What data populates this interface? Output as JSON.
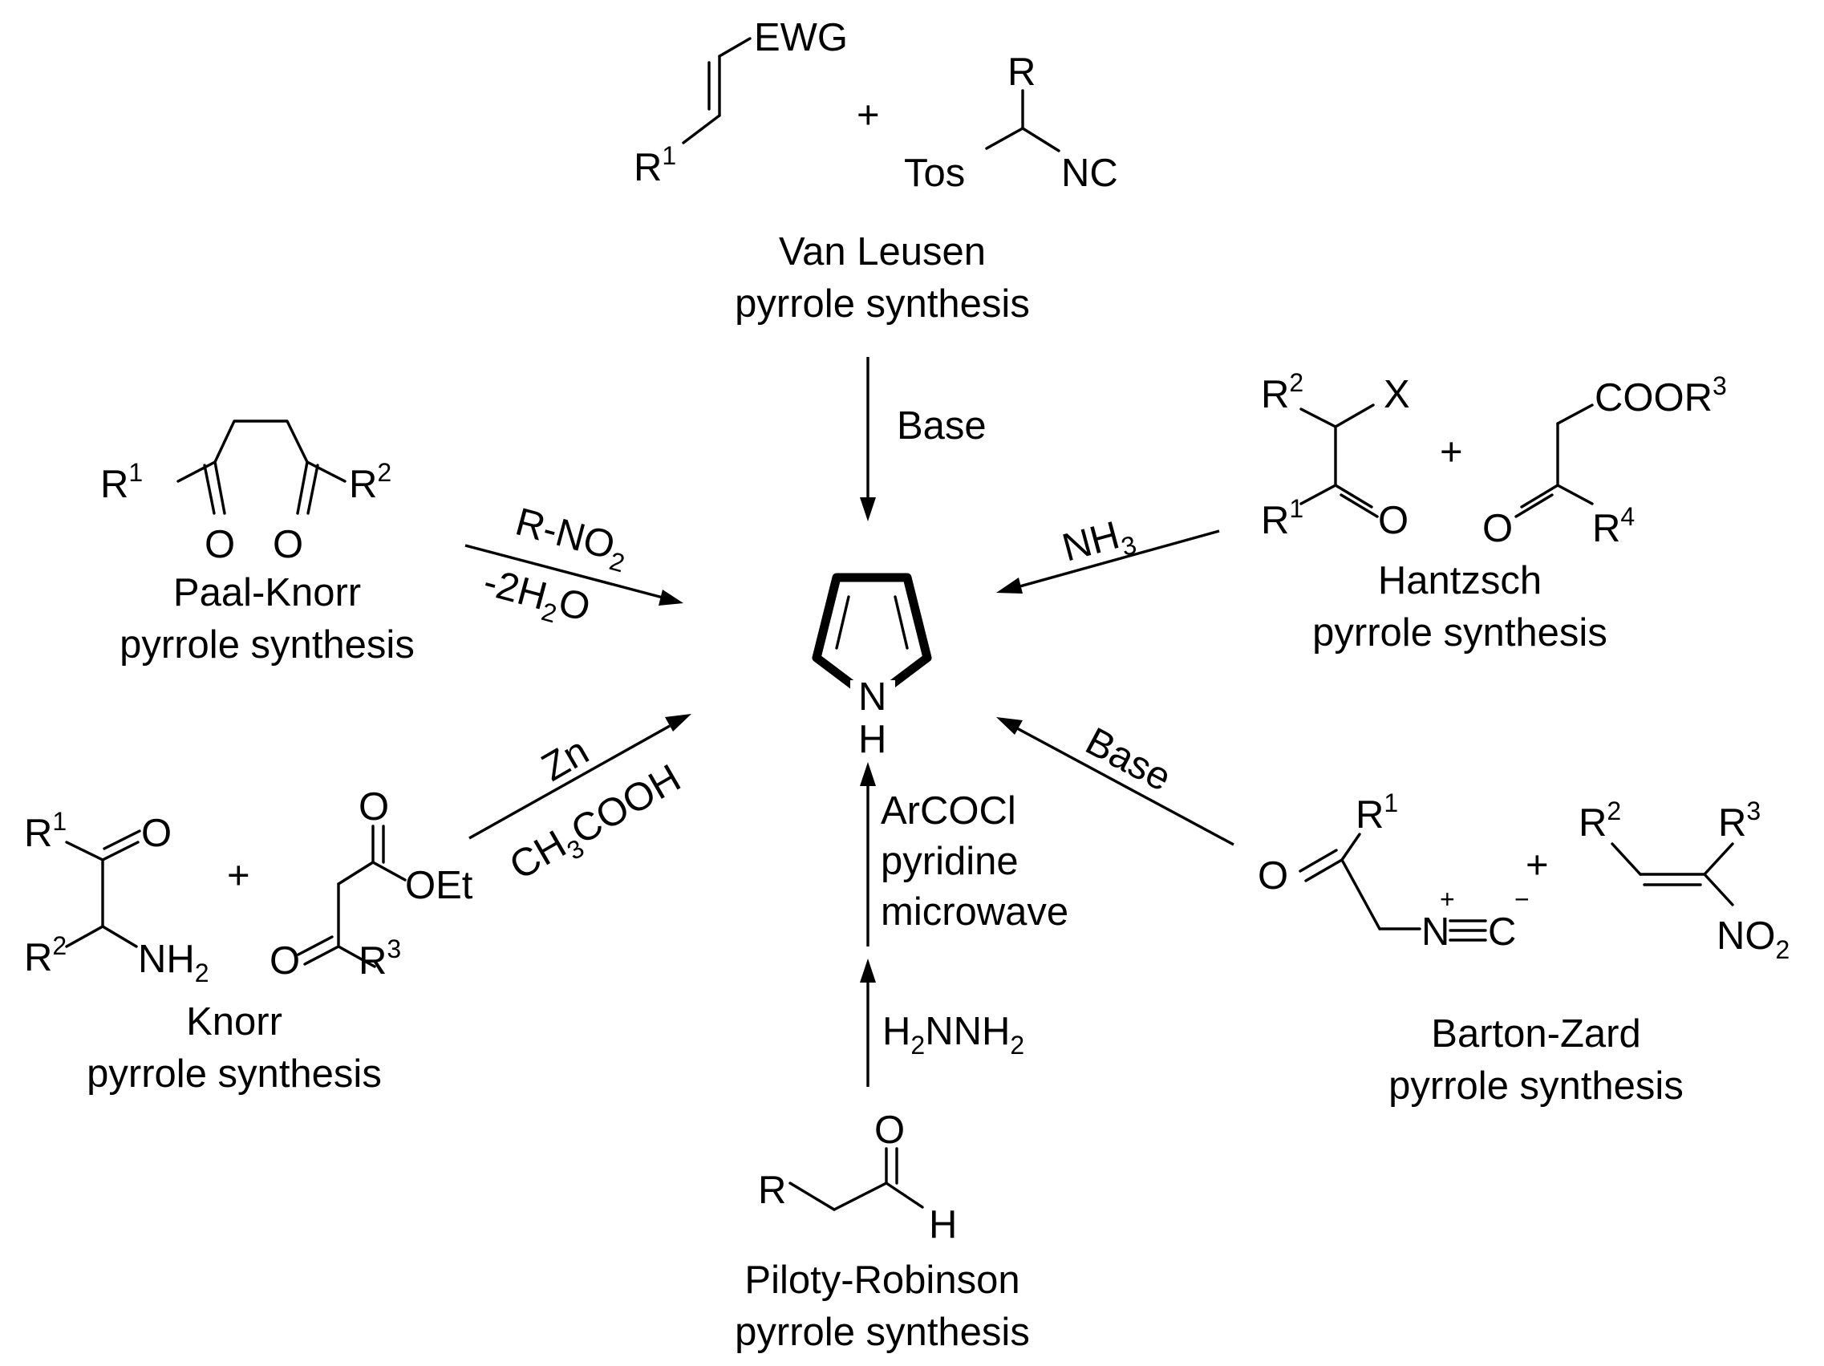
{
  "syntheses": {
    "van_leusen": {
      "name": "Van Leusen",
      "subtitle": "pyrrole synthesis",
      "reagent": "Base",
      "atoms": {
        "ewg": "EWG",
        "r1": "R",
        "r1_sup": "1",
        "plus": "+",
        "r": "R",
        "tos": "Tos",
        "nc": "NC"
      }
    },
    "paal_knorr": {
      "name": "Paal-Knorr",
      "subtitle": "pyrrole synthesis",
      "reagent_top": "R-NO",
      "reagent_top_sub": "2",
      "reagent_bottom_pre": "-2H",
      "reagent_bottom_sub": "2",
      "reagent_bottom_post": "O",
      "atoms": {
        "r1": "R",
        "r1_sup": "1",
        "r2": "R",
        "r2_sup": "2",
        "o_left": "O",
        "o_right": "O"
      }
    },
    "hantzsch": {
      "name": "Hantzsch",
      "subtitle": "pyrrole synthesis",
      "reagent": "NH",
      "reagent_sub": "3",
      "atoms": {
        "r2": "R",
        "r2_sup": "2",
        "x": "X",
        "r1": "R",
        "r1_sup": "1",
        "o_left": "O",
        "plus": "+",
        "coor": "COOR",
        "coor_sup": "3",
        "o_right": "O",
        "r4": "R",
        "r4_sup": "4"
      }
    },
    "knorr": {
      "name": "Knorr",
      "subtitle": "pyrrole synthesis",
      "reagent_top": "Zn",
      "reagent_bottom_pre": "CH",
      "reagent_bottom_sub": "3",
      "reagent_bottom_post": "COOH",
      "atoms": {
        "r1": "R",
        "r1_sup": "1",
        "o_top": "O",
        "r2": "R",
        "r2_sup": "2",
        "nh": "NH",
        "nh_sub": "2",
        "plus": "+",
        "o_ester": "O",
        "oet": "OEt",
        "o_ketone": "O",
        "r3": "R",
        "r3_sup": "3"
      }
    },
    "barton_zard": {
      "name": "Barton-Zard",
      "subtitle": "pyrrole synthesis",
      "reagent": "Base",
      "atoms": {
        "o": "O",
        "r1": "R",
        "r1_sup": "1",
        "n": "N",
        "n_charge": "+",
        "c": "C",
        "c_charge": "−",
        "plus": "+",
        "r2": "R",
        "r2_sup": "2",
        "r3": "R",
        "r3_sup": "3",
        "no2": "NO",
        "no2_sub": "2"
      }
    },
    "piloty_robinson": {
      "name": "Piloty-Robinson",
      "subtitle": "pyrrole synthesis",
      "reagent_lower_pre": "H",
      "reagent_lower_sub1": "2",
      "reagent_lower_mid": "NNH",
      "reagent_lower_sub2": "2",
      "reagent_upper": [
        "ArCOCl",
        "pyridine",
        "microwave"
      ],
      "atoms": {
        "r": "R",
        "o": "O",
        "h": "H"
      }
    }
  },
  "pyrrole": {
    "n": "N",
    "h": "H"
  }
}
